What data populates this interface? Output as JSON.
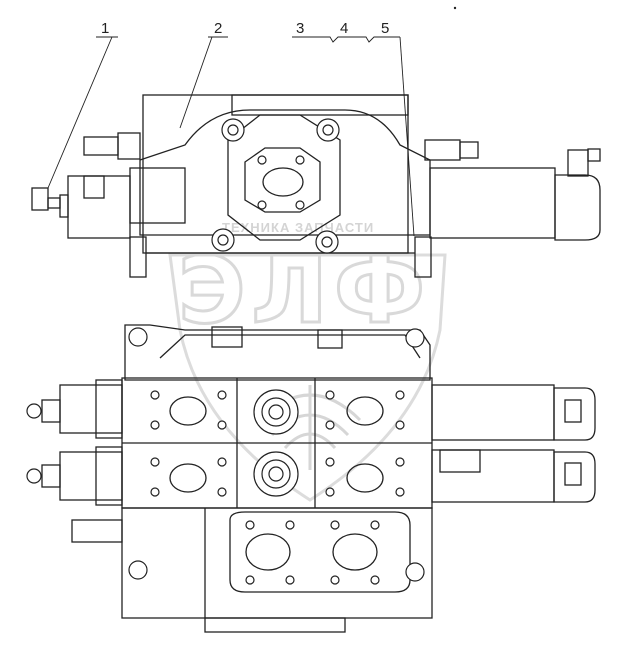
{
  "diagram": {
    "callouts": [
      {
        "id": "1",
        "label": "1"
      },
      {
        "id": "2",
        "label": "2"
      },
      {
        "id": "3",
        "label": "3"
      },
      {
        "id": "4",
        "label": "4"
      },
      {
        "id": "5",
        "label": "5"
      }
    ],
    "watermark": {
      "caption": "ТЕХНИКА ЗАПЧАСТИ",
      "letters": "ЭЛФ"
    }
  }
}
